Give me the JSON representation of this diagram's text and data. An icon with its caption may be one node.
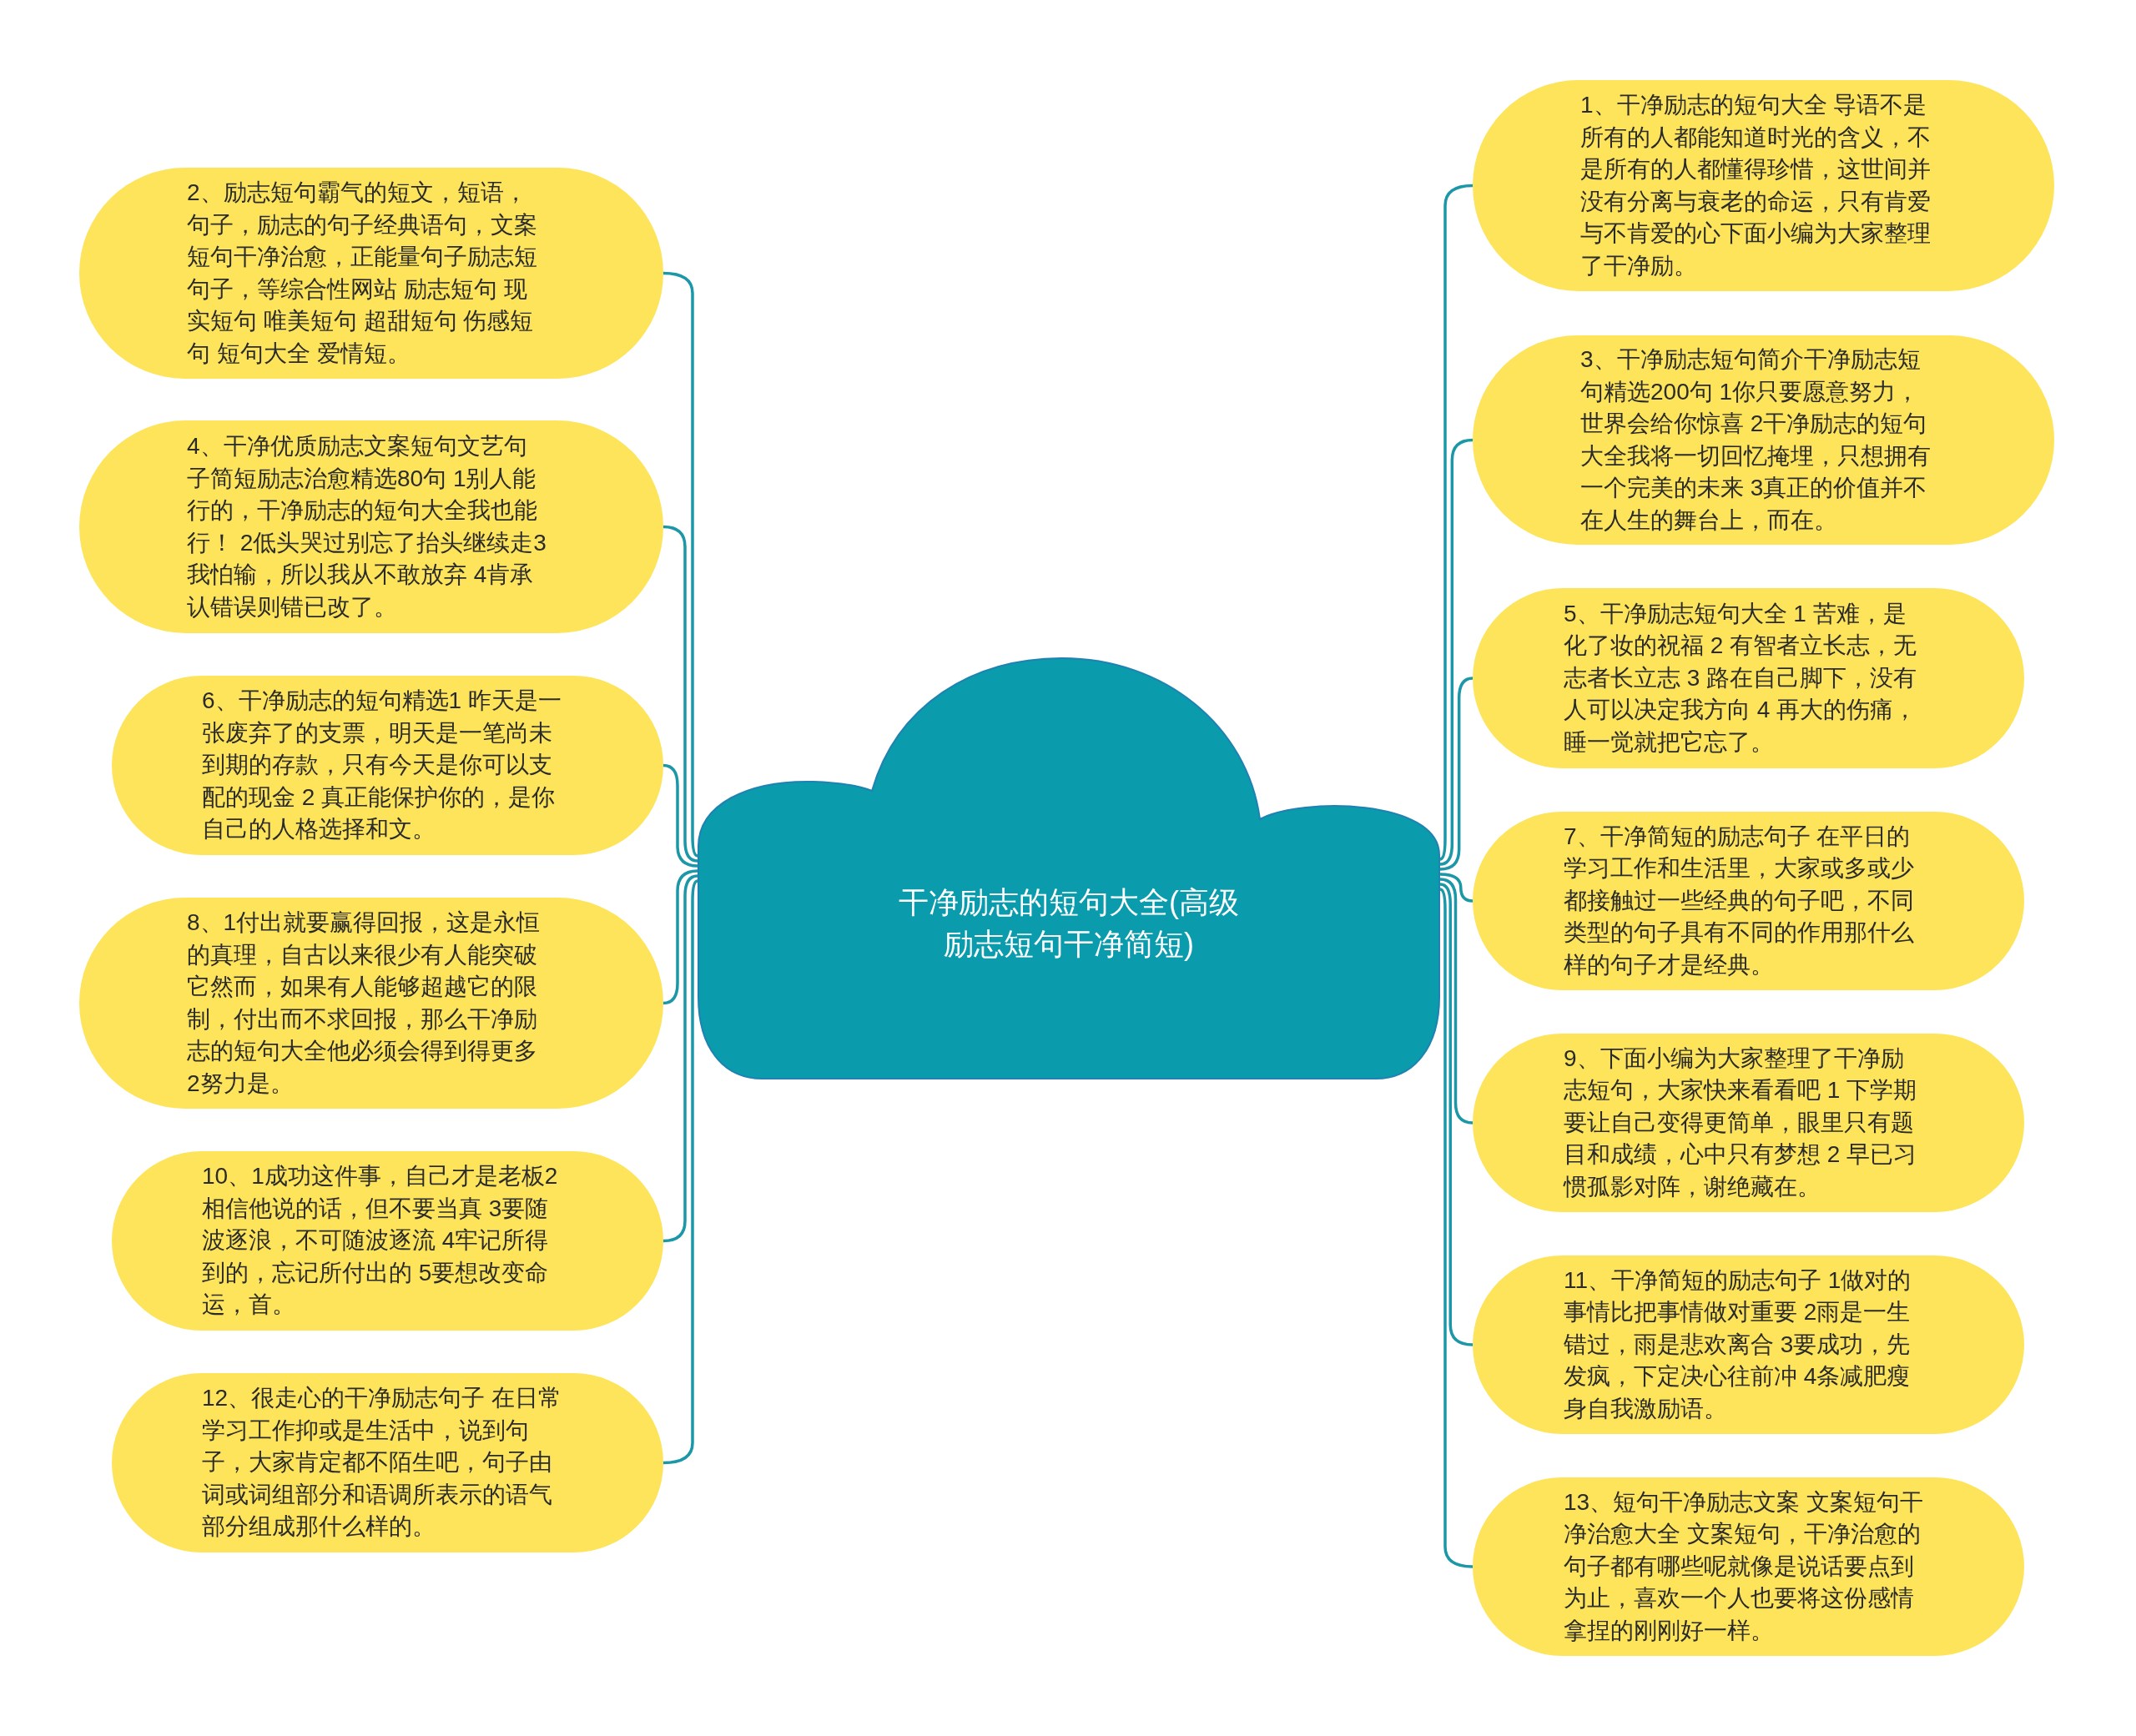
{
  "diagram": {
    "nodes": [
      {
        "text": [
          "干净励志的短句大全(高级励志短句干净简短)"
        ]
      },
      {
        "text": [
          "1、干净励志的短句大全 导语不是所有的人都能知道时光的含义，不是所有的人都懂得珍惜，这世间并没有分离与衰老的命运，只有肯爱与不肯爱的心下面小编为大家整理了干净励。"
        ]
      },
      {
        "text": [
          "2、励志短句霸气的短文，短语，句子，励志的句子经典语句，文案短句干净治愈，正能量句子励志短句子，等综合性网站 励志短句 现实短句 唯美短句 超甜短句 伤感短句 短句大全 爱情短。"
        ]
      },
      {
        "text": [
          "3、干净励志短句简介干净励志短句精选200句 1你只要愿意努力，世界会给你惊喜 2干净励志的短句大全我将一切回忆掩埋，只想拥有一个完美的未来 3真正的价值并不在人生的舞台上，而在。"
        ]
      },
      {
        "text": [
          "4、干净优质励志文案短句文艺句子简短励志治愈精选80句 1别人能行的，干净励志的短句大全我也能行！ 2低头哭过别忘了抬头继续走3我怕输，所以我从不敢放弃 4肯承认错误则错已改了。"
        ]
      },
      {
        "text": [
          "5、干净励志短句大全 1 苦难，是化了妆的祝福 2 有智者立长志，无志者长立志 3 路在自己脚下，没有人可以决定我方向 4 再大的伤痛，睡一觉就把它忘了。"
        ]
      },
      {
        "text": [
          "6、干净励志的短句精选1 昨天是一张废弃了的支票，明天是一笔尚未到期的存款，只有今天是你可以支配的现金 2 真正能保护你的，是你自己的人格选择和文。"
        ]
      },
      {
        "text": [
          "7、干净简短的励志句子 在平日的学习工作和生活里，大家或多或少都接触过一些经典的句子吧，不同类型的句子具有不同的作用那什么样的句子才是经典。"
        ]
      },
      {
        "text": [
          "8、1付出就要赢得回报，这是永恒的真理，自古以来很少有人能突破它然而，如果有人能够超越它的限制，付出而不求回报，那么干净励志的短句大全他必须会得到得更多2努力是。"
        ]
      },
      {
        "text": [
          "9、下面小编为大家整理了干净励志短句，大家快来看看吧 1 下学期要让自己变得更简单，眼里只有题目和成绩，心中只有梦想 2 早已习惯孤影对阵，谢绝藏在。"
        ]
      },
      {
        "text": [
          "10、1成功这件事，自己才是老板2相信他说的话，但不要当真 3要随波逐浪，不可随波逐流 4牢记所得到的，忘记所付出的 5要想改变命运，首。"
        ]
      },
      {
        "text": [
          "11、干净简短的励志句子 1做对的事情比把事情做对重要 2雨是一生错过，雨是悲欢离合 3要成功，先发疯，下定决心往前冲 4条减肥瘦身自我激励语。"
        ]
      },
      {
        "text": [
          "12、很走心的干净励志句子 在日常学习工作抑或是生活中，说到句子，大家肯定都不陌生吧，句子由词或词组部分和语调所表示的语气部分组成那什么样的。"
        ]
      },
      {
        "text": [
          "13、短句干净励志文案 文案短句干净治愈大全 文案短句，干净治愈的句子都有哪些呢就像是说话要点到为止，喜欢一个人也要将这份感情拿捏的刚刚好一样。"
        ]
      }
    ],
    "edges": [
      {
        "from": 0,
        "to": 1,
        "arrow": "none"
      },
      {
        "from": 0,
        "to": 2,
        "arrow": "none"
      },
      {
        "from": 0,
        "to": 3,
        "arrow": "none"
      },
      {
        "from": 0,
        "to": 4,
        "arrow": "none"
      },
      {
        "from": 0,
        "to": 5,
        "arrow": "none"
      },
      {
        "from": 0,
        "to": 6,
        "arrow": "none"
      },
      {
        "from": 0,
        "to": 7,
        "arrow": "none"
      },
      {
        "from": 0,
        "to": 8,
        "arrow": "none"
      },
      {
        "from": 0,
        "to": 9,
        "arrow": "none"
      },
      {
        "from": 0,
        "to": 10,
        "arrow": "none"
      },
      {
        "from": 0,
        "to": 11,
        "arrow": "none"
      },
      {
        "from": 0,
        "to": 12,
        "arrow": "none"
      },
      {
        "from": 0,
        "to": 13,
        "arrow": "none"
      }
    ]
  }
}
